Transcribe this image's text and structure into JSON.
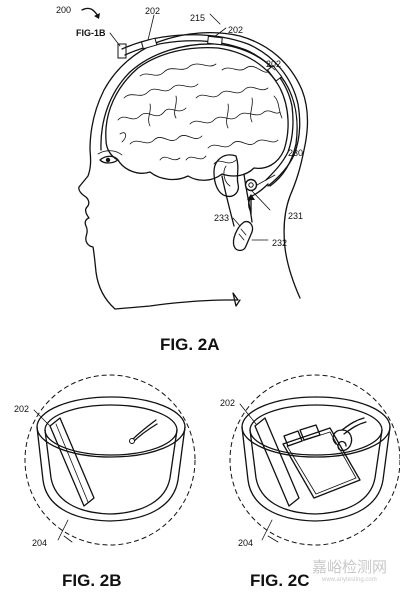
{
  "figure_2a": {
    "ref_200": "200",
    "fig_1b": "FIG-1B",
    "ref_202a": "202",
    "ref_215": "215",
    "ref_202b": "202",
    "ref_202c": "202",
    "ref_230": "230",
    "ref_231": "231",
    "ref_233": "233",
    "ref_232": "232",
    "caption": "FIG. 2A"
  },
  "figure_2b": {
    "ref_202": "202",
    "ref_204": "204",
    "caption": "FIG. 2B"
  },
  "figure_2c": {
    "ref_202": "202",
    "ref_204": "204",
    "caption": "FIG. 2C"
  },
  "watermark": {
    "main": "嘉峪检测网",
    "url": "www.anytesting.com"
  }
}
